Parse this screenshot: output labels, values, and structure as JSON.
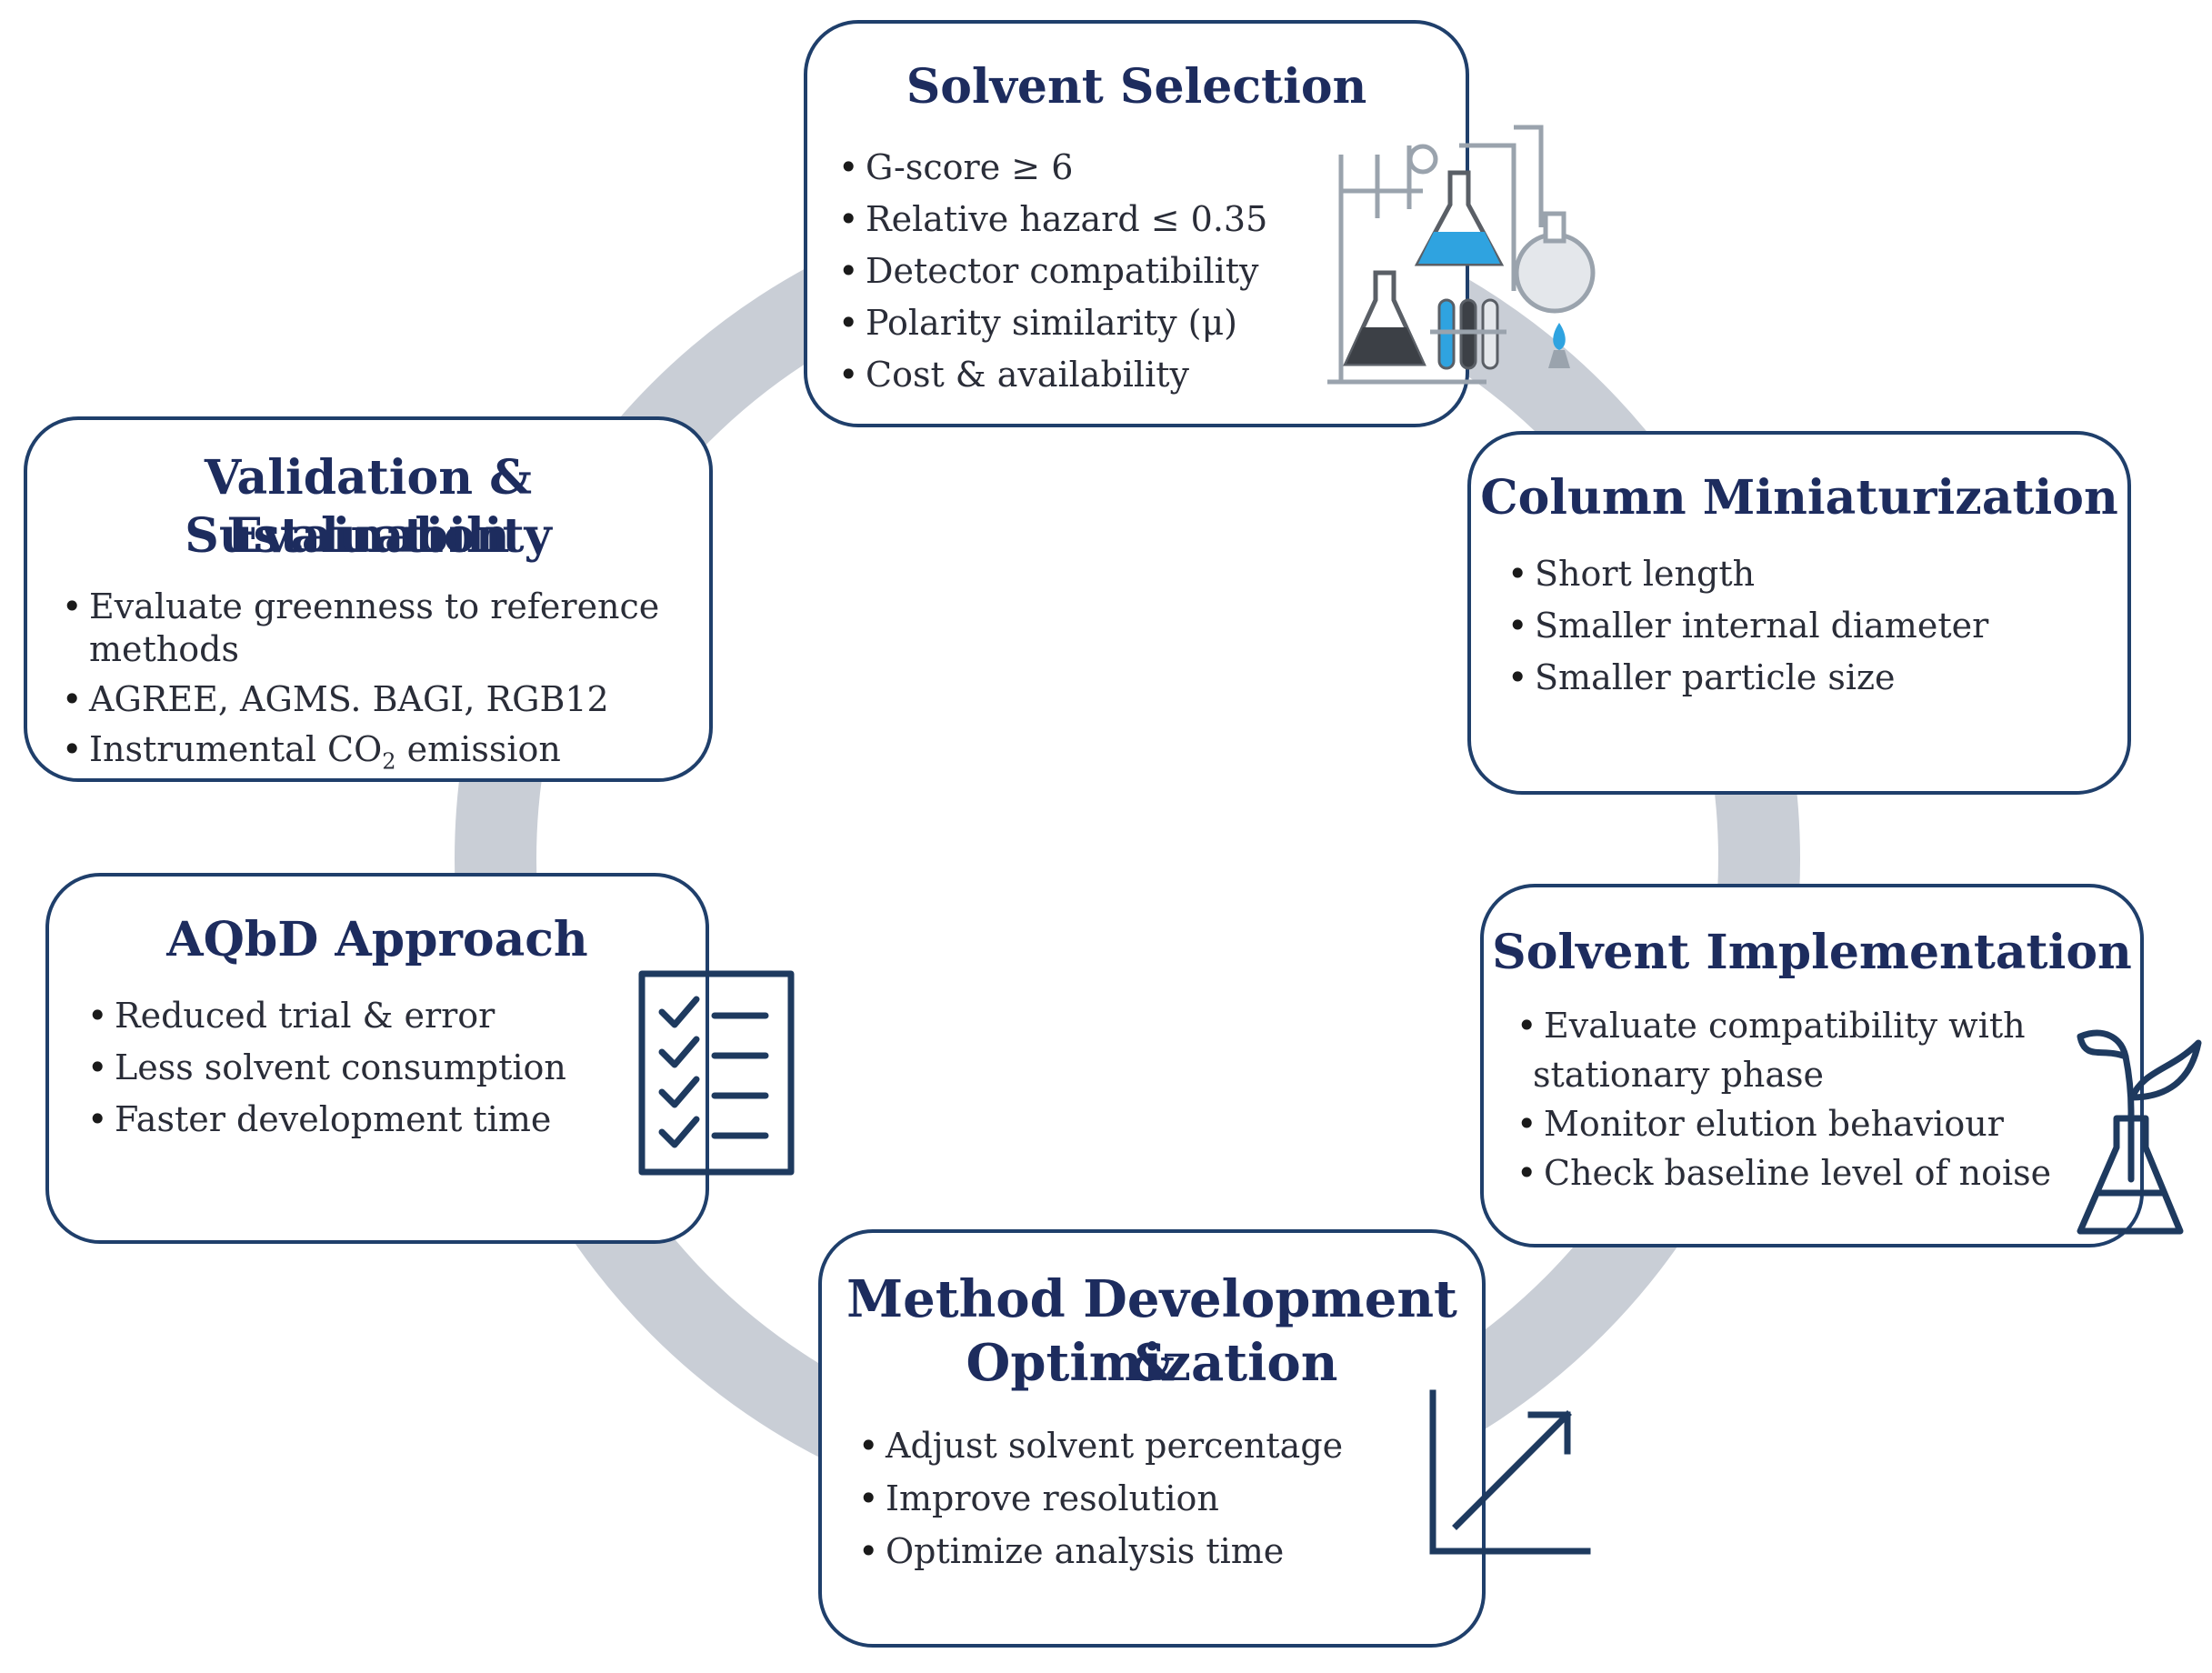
{
  "boxes": {
    "solvent_selection": {
      "title": "Solvent Selection",
      "items": [
        "G-score ≥ 6",
        "Relative hazard ≤ 0.35",
        "Detector compatibility",
        "Polarity similarity (μ)",
        "Cost & availability"
      ]
    },
    "column_miniaturization": {
      "title": "Column Miniaturization",
      "items": [
        "Short length",
        "Smaller internal diameter",
        "Smaller particle size"
      ]
    },
    "solvent_implementation": {
      "title": "Solvent Implementation",
      "items": [
        "Evaluate compatibility with",
        "stationary phase",
        "Monitor elution behaviour",
        "Check baseline level of noise"
      ]
    },
    "method_development": {
      "title_line1": "Method Development &",
      "title_line2": "Optimization",
      "items": [
        "Adjust solvent percentage",
        "Improve resolution",
        "Optimize analysis time"
      ]
    },
    "aqbd": {
      "title": "AQbD Approach",
      "items": [
        "Reduced trial  & error",
        "Less solvent consumption",
        "Faster development time"
      ]
    },
    "validation": {
      "title_line1": "Validation & Sustainability",
      "title_line2": "Evaluation",
      "items": [
        "Evaluate greenness to reference",
        "methods",
        "AGREE,  AGMS. BAGI, RGB12"
      ],
      "co2_item": {
        "prefix": "Instrumental CO",
        "subscript": "2",
        "suffix": " emission"
      }
    }
  },
  "icons": {
    "solvent_selection": "lab-glassware-icon",
    "aqbd": "checklist-icon",
    "method_development": "trend-up-chart-icon",
    "solvent_implementation": "plant-flask-icon"
  },
  "colors": {
    "box_border": "#1f3f6b",
    "title_text": "#1d2c5e",
    "ring": "#c9ced6",
    "icon_dark": "#1e3a5f",
    "icon_blue": "#2fa3e0"
  }
}
